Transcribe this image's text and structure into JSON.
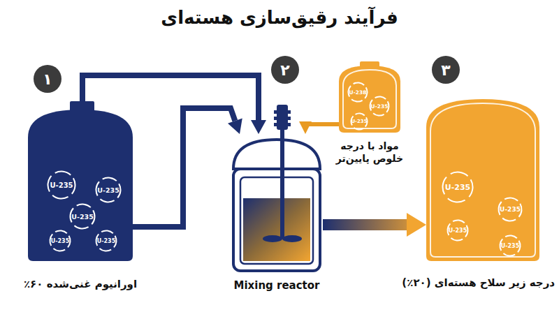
{
  "diagram": {
    "title": "فرآیند رقیق‌سازی هسته‌ای",
    "nodes": [
      {
        "text": [
          "اورانیوم غنی‌شده ۶۰٪"
        ]
      },
      {
        "text": [
          "U-235"
        ],
        "in": 0
      },
      {
        "text": [
          "U-235"
        ],
        "in": 0
      },
      {
        "text": [
          "U-235"
        ],
        "in": 0
      },
      {
        "text": [
          "U-235"
        ],
        "in": 0
      },
      {
        "text": [
          "U-235"
        ],
        "in": 0
      },
      {
        "text": [
          "Mixing reactor"
        ]
      },
      {
        "text": [
          "مواد با درجه خلوص پایین‌تر"
        ]
      },
      {
        "text": [
          "U-238"
        ],
        "in": 7
      },
      {
        "text": [
          "U-235"
        ],
        "in": 7
      },
      {
        "text": [
          "U-235"
        ],
        "in": 7
      },
      {
        "text": [
          "درجه زیر سلاح هسته‌ای (۲۰٪)"
        ]
      },
      {
        "text": [
          "U-235"
        ],
        "in": 11
      },
      {
        "text": [
          "U-235"
        ],
        "in": 11
      },
      {
        "text": [
          "U-235"
        ],
        "in": 11
      },
      {
        "text": [
          "U-235"
        ],
        "in": 11
      }
    ],
    "edges": [
      {
        "from": 0,
        "to": 6,
        "arrow": "to"
      },
      {
        "from": 0,
        "to": 6,
        "arrow": "to"
      },
      {
        "from": 7,
        "to": 6,
        "arrow": "to"
      },
      {
        "from": 6,
        "to": 11,
        "arrow": "to"
      }
    ],
    "labels": [
      "۱",
      "۲",
      "۳"
    ]
  }
}
